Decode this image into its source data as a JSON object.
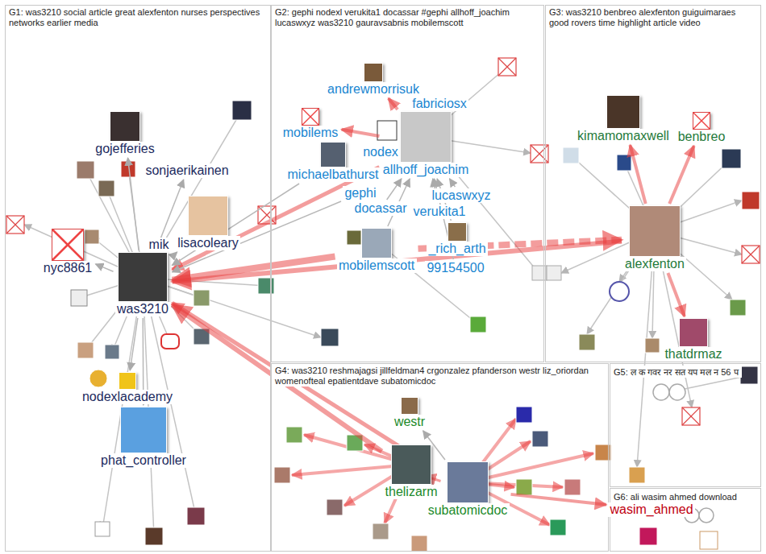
{
  "diagram": {
    "nodes": [
      {
        "text": [
          "G1: was3210 social article great alexfenton nurses perspectives networks earlier media"
        ]
      },
      {
        "text": [
          "gojefferies"
        ],
        "in": 0
      },
      {
        "text": [
          "sonjaerikainen"
        ],
        "in": 0
      },
      {
        "text": [
          "mik"
        ],
        "in": 0
      },
      {
        "text": [
          "lisacoleary"
        ],
        "in": 0
      },
      {
        "text": [
          "nyc8861"
        ],
        "in": 0
      },
      {
        "text": [
          "was3210"
        ],
        "in": 0
      },
      {
        "text": [
          "nodexlacademy"
        ],
        "in": 0
      },
      {
        "text": [
          "phat_controller"
        ],
        "in": 0
      },
      {
        "text": [
          "G2: gephi nodexl verukita1 docassar #gephi allhoff_joachim lucaswxyz was3210 gauravsabnis mobilemscott"
        ]
      },
      {
        "text": [
          "andrewmorrisuk"
        ],
        "in": 9
      },
      {
        "text": [
          "fabriciosx"
        ],
        "in": 9
      },
      {
        "text": [
          "mobilems"
        ],
        "in": 9
      },
      {
        "text": [
          "nodex"
        ],
        "in": 9
      },
      {
        "text": [
          "michaelbathurst"
        ],
        "in": 9
      },
      {
        "text": [
          "allhoff_joachim"
        ],
        "in": 9
      },
      {
        "text": [
          "gephi"
        ],
        "in": 9
      },
      {
        "text": [
          "docassar"
        ],
        "in": 9
      },
      {
        "text": [
          "lucaswxyz"
        ],
        "in": 9
      },
      {
        "text": [
          "verukita1"
        ],
        "in": 9
      },
      {
        "text": [
          "_rich_arth"
        ],
        "in": 9
      },
      {
        "text": [
          "mobilemscott"
        ],
        "in": 9
      },
      {
        "text": [
          "99154500"
        ],
        "in": 9
      },
      {
        "text": [
          "G3: was3210 benbreo alexfenton guiguimaraes good rovers time highlight article video"
        ]
      },
      {
        "text": [
          "kimamomaxwell"
        ],
        "in": 23
      },
      {
        "text": [
          "benbreo"
        ],
        "in": 23
      },
      {
        "text": [
          "alexfenton"
        ],
        "in": 23
      },
      {
        "text": [
          "thatdrmaz"
        ],
        "in": 23
      },
      {
        "text": [
          "G4: was3210 reshmajagsi jillfeldman4 crgonzalez pfanderson westr liz_oriordan womenofteal epatientdave subatomicdoc"
        ]
      },
      {
        "text": [
          "westr"
        ],
        "in": 28
      },
      {
        "text": [
          "thelizarm"
        ],
        "in": 28
      },
      {
        "text": [
          "subatomicdoc"
        ],
        "in": 28
      },
      {
        "text": [
          "G5: ल क गवर नर सत यप मल न 56 प"
        ]
      },
      {
        "text": [
          "G6: ali wasim ahmed download"
        ]
      },
      {
        "text": [
          "wasim_ahmed"
        ],
        "in": 33
      }
    ],
    "edges": [
      {
        "from": 21,
        "to": 6,
        "arrow": "to"
      },
      {
        "from": 21,
        "to": 26,
        "arrow": "to"
      },
      {
        "from": 26,
        "to": 6,
        "arrow": "to"
      },
      {
        "from": 15,
        "to": 10,
        "arrow": "to"
      },
      {
        "from": 15,
        "to": 11,
        "arrow": "to"
      },
      {
        "from": 15,
        "to": 12,
        "arrow": "to"
      },
      {
        "from": 15,
        "to": 6,
        "arrow": "to"
      },
      {
        "from": 14,
        "to": 6,
        "arrow": "to"
      },
      {
        "from": 16,
        "to": 6,
        "arrow": "to"
      },
      {
        "from": 26,
        "to": 24,
        "arrow": "to"
      },
      {
        "from": 26,
        "to": 25,
        "arrow": "to"
      },
      {
        "from": 26,
        "to": 27,
        "arrow": "to"
      },
      {
        "from": 30,
        "to": 6,
        "arrow": "to"
      },
      {
        "from": 31,
        "to": 6,
        "arrow": "to"
      },
      {
        "from": 31,
        "to": 29,
        "arrow": "to"
      },
      {
        "from": 30,
        "to": 31,
        "arrow": "to"
      },
      {
        "from": 31,
        "to": 34,
        "arrow": "to"
      },
      {
        "from": 6,
        "to": 5,
        "arrow": "to"
      },
      {
        "from": 6,
        "to": 1,
        "arrow": "to"
      },
      {
        "from": 6,
        "to": 2,
        "arrow": "to"
      },
      {
        "from": 6,
        "to": 4,
        "arrow": "to"
      },
      {
        "from": 6,
        "to": 7,
        "arrow": "to"
      },
      {
        "from": 6,
        "to": 8,
        "arrow": "to"
      },
      {
        "from": 6,
        "to": 3,
        "arrow": "to"
      },
      {
        "from": 18,
        "to": 15,
        "arrow": "to"
      },
      {
        "from": 19,
        "to": 15,
        "arrow": "to"
      },
      {
        "from": 17,
        "to": 15,
        "arrow": "to"
      },
      {
        "from": 13,
        "to": 15,
        "arrow": "to"
      },
      {
        "from": 20,
        "to": 15,
        "arrow": "to"
      },
      {
        "from": 22,
        "to": 15,
        "arrow": "to"
      },
      {
        "from": 21,
        "to": 15,
        "arrow": "to"
      }
    ]
  }
}
